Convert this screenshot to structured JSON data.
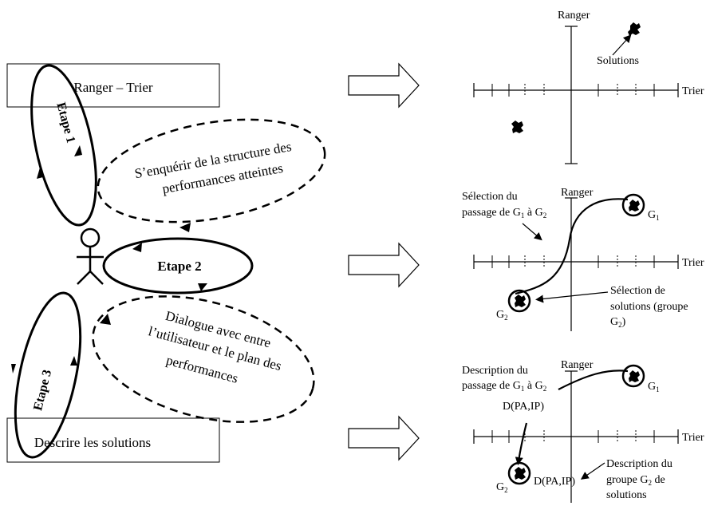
{
  "left": {
    "box_top": "Ranger – Trier",
    "box_bottom": "Descrire les solutions",
    "etape1": "Etape 1",
    "etape2": "Etape 2",
    "etape3": "Etape 3",
    "bubble1": [
      "S’enquérir de la structure des",
      "performances atteintes"
    ],
    "bubble2": [
      "Dialogue avec entre",
      "l’utilisateur et le plan des",
      "performances"
    ]
  },
  "graph1": {
    "x_axis": "Trier",
    "y_axis": "Ranger",
    "label_solutions": "Solutions"
  },
  "graph2": {
    "x_axis": "Trier",
    "y_axis": "Ranger",
    "selection_line1": "Sélection du",
    "selection_line2": "passage de G",
    "sub1": "1",
    "a": " à G",
    "sub2": "2",
    "g1": "G",
    "g1_sub": "1",
    "g2": "G",
    "g2_sub": "2",
    "sel_sol": [
      "Sélection de",
      "solutions (groupe"
    ],
    "g2_label": "G",
    "g2_label_sub": "2",
    "g2_paren": ")"
  },
  "graph3": {
    "x_axis": "Trier",
    "y_axis": "Ranger",
    "desc_line1": "Description du",
    "desc_line2": "passage de G",
    "sub1": "1",
    "a": " à G",
    "sub2": "2",
    "d_upper": "D(PA,IP)",
    "d_lower": "D(PA,IP)",
    "g1": "G",
    "g1_sub": "1",
    "g2": "G",
    "g2_sub": "2",
    "desc_group_line1": "Description du",
    "desc_group_line2a": "groupe G",
    "desc_group_line2_sub": "2",
    "desc_group_line2b": " de",
    "desc_group_line3": "solutions"
  }
}
